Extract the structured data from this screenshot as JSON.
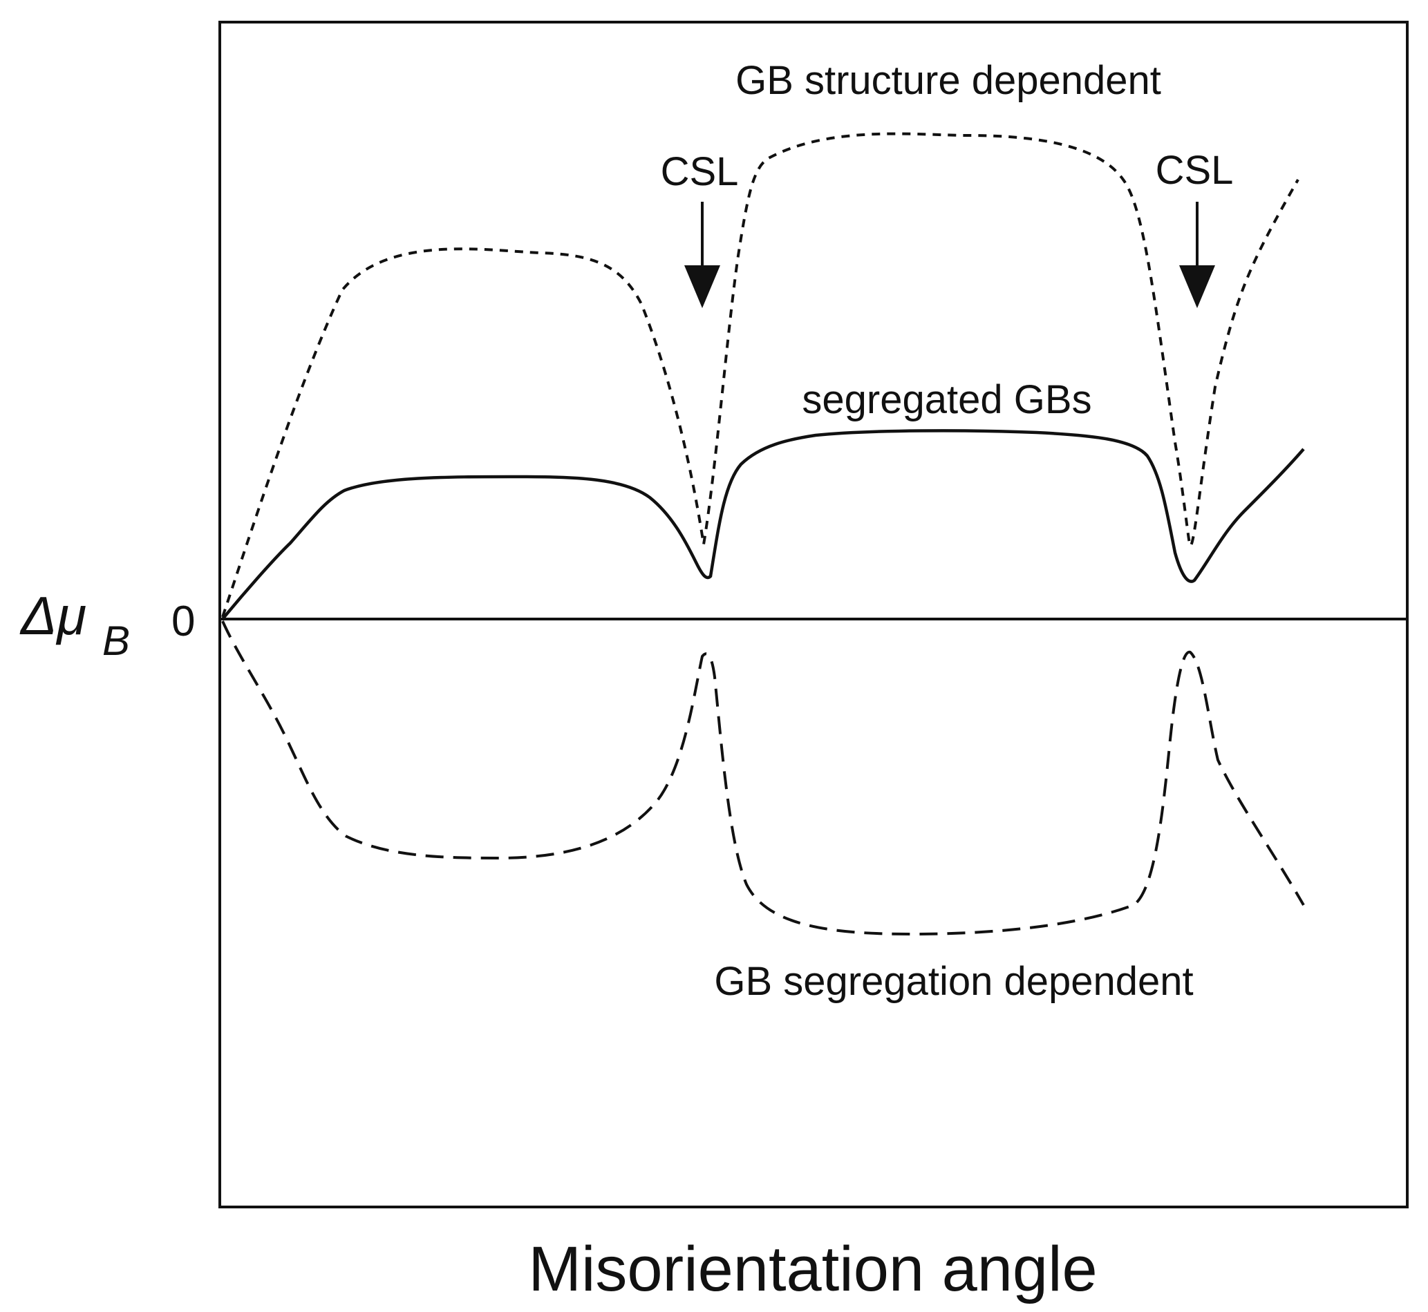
{
  "diagram": {
    "x_axis_label": "Misorientation angle",
    "y_axis_label": {
      "symbol": "Δμ",
      "subscript": "B"
    },
    "zero_label": "0",
    "annotations": {
      "top_curve": "GB structure dependent",
      "middle_curve": "segregated GBs",
      "bottom_curve": "GB segregation dependent",
      "csl_markers": [
        "CSL",
        "CSL"
      ]
    },
    "curve_styles": {
      "gb_structure_dependent": "short-dashed",
      "segregated_gbs": "solid",
      "gb_segregation_dependent": "long-dashed"
    },
    "colors": {
      "ink": "#111111",
      "background": "#ffffff"
    }
  }
}
